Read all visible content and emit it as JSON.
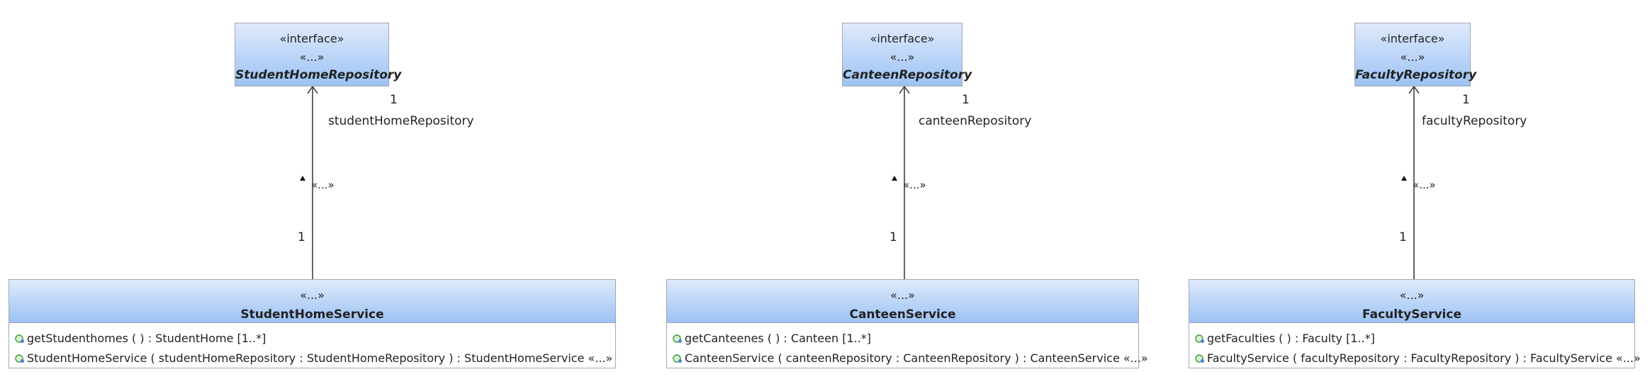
{
  "diagrams": [
    {
      "interface": {
        "stereotype": "«interface»",
        "extra": "«...»",
        "name": "StudentHomeRepository"
      },
      "service": {
        "stereotype": "«...»",
        "name": "StudentHomeService",
        "operations": [
          "getStudenthomes ( ) : StudentHome [1..*]",
          "StudentHomeService ( studentHomeRepository : StudentHomeRepository ) : StudentHomeService «...»"
        ]
      },
      "association": {
        "role": "studentHomeRepository",
        "mult_target": "1",
        "mult_source": "1",
        "stereotype": "«...»"
      }
    },
    {
      "interface": {
        "stereotype": "«interface»",
        "extra": "«...»",
        "name": "CanteenRepository"
      },
      "service": {
        "stereotype": "«...»",
        "name": "CanteenService",
        "operations": [
          "getCanteenes ( ) : Canteen [1..*]",
          "CanteenService ( canteenRepository : CanteenRepository ) : CanteenService «...»"
        ]
      },
      "association": {
        "role": "canteenRepository",
        "mult_target": "1",
        "mult_source": "1",
        "stereotype": "«...»"
      }
    },
    {
      "interface": {
        "stereotype": "«interface»",
        "extra": "«...»",
        "name": "FacultyRepository"
      },
      "service": {
        "stereotype": "«...»",
        "name": "FacultyService",
        "operations": [
          "getFaculties ( ) : Faculty [1..*]",
          "FacultyService ( facultyRepository : FacultyRepository ) : FacultyService «...»"
        ]
      },
      "association": {
        "role": "facultyRepository",
        "mult_target": "1",
        "mult_source": "1",
        "stereotype": "«...»"
      }
    }
  ],
  "colors": {
    "header_top": "#dfeafb",
    "header_bottom": "#9cc2f4",
    "border": "#a3a8b3",
    "line": "#333333"
  }
}
